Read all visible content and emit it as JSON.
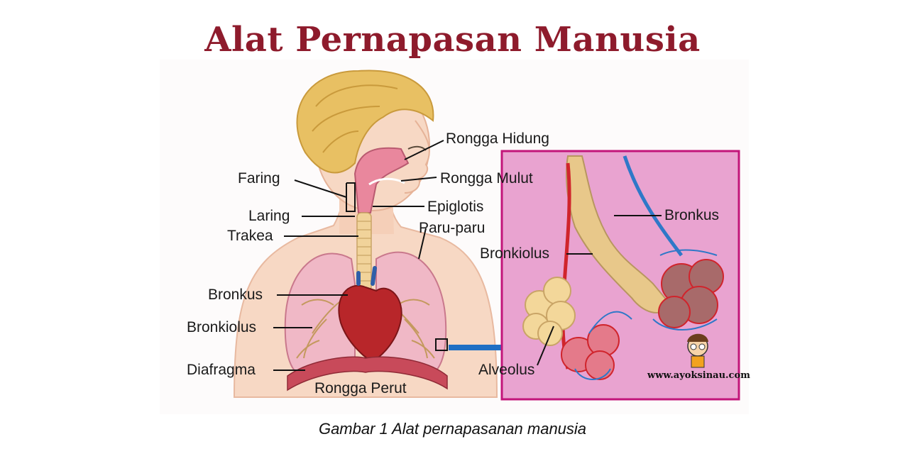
{
  "title": "Alat Pernapasan Manusia",
  "caption": "Gambar  1 Alat pernapasanan manusia",
  "watermark": "www.ayoksinau.com",
  "labels": {
    "rongga_hidung": "Rongga Hidung",
    "rongga_mulut": "Rongga Mulut",
    "epiglotis": "Epiglotis",
    "paru_paru": "Paru-paru",
    "faring": "Faring",
    "laring": "Laring",
    "trakea": "Trakea",
    "bronkus_left": "Bronkus",
    "bronkiolus_left": "Bronkiolus",
    "diafragma": "Diafragma",
    "rongga_perut": "Rongga Perut",
    "bronkus_inset": "Bronkus",
    "bronkiolus_inset": "Bronkiolus",
    "alveolus": "Alveolus"
  },
  "colors": {
    "title": "#8e1b2c",
    "skin": "#f7d8c4",
    "hair": "#e8c063",
    "lung": "#f0b8c6",
    "heart": "#b8262a",
    "inset_bg": "#e9a3d0",
    "inset_border": "#c2157a",
    "arrow": "#1f6fc4",
    "blood_red": "#d0242c",
    "blood_blue": "#2f78c8"
  }
}
